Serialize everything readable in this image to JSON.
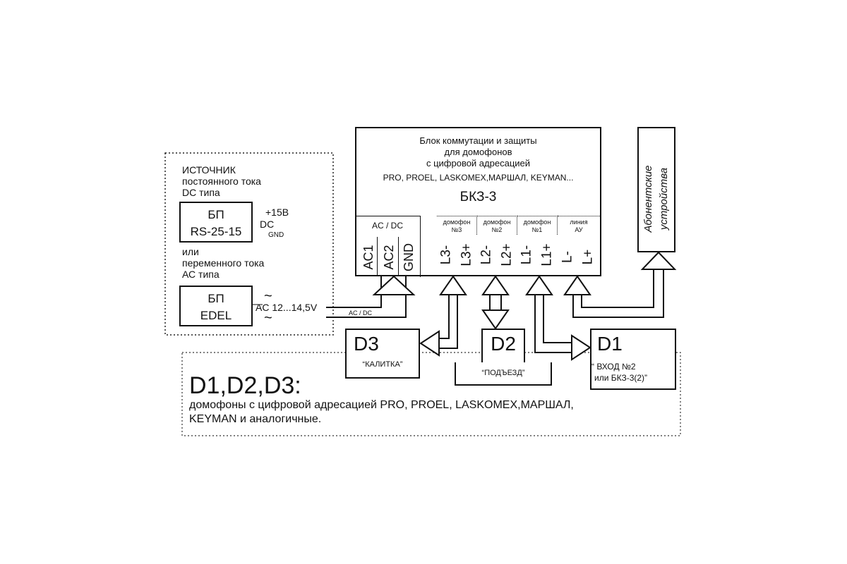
{
  "source": {
    "line1": "ИСТОЧНИК",
    "line2": "постоянного тока",
    "line3": "DC типа",
    "psu_dc": {
      "line1": "БП",
      "line2": "RS-25-15"
    },
    "plus15": "+15В",
    "dc": "DC",
    "gnd": "GND",
    "or": "или",
    "line4": "переменного тока",
    "line5": "АС типа",
    "psu_ac": {
      "line1": "БП",
      "line2": "EDEL"
    },
    "tilde": "~",
    "ac_range": "AC 12...14,5V"
  },
  "bkz": {
    "title1": "Блок коммутации и защиты",
    "title2": "для домофонов",
    "title3": "с цифровой адресацией",
    "brands": "PRO, PROEL, LASKOMEX,МАРШАЛ, KEYMAN...",
    "name": "БКЗ-3",
    "ac_dc_header": "AC / DC",
    "groups": [
      {
        "line1": "домофон",
        "line2": "№3"
      },
      {
        "line1": "домофон",
        "line2": "№2"
      },
      {
        "line1": "домофон",
        "line2": "№1"
      },
      {
        "line1": "линия",
        "line2": "АУ"
      }
    ],
    "terminals": [
      "AC1",
      "AC2",
      "GND",
      "L3-",
      "L3+",
      "L2-",
      "L2+",
      "L1-",
      "L1+",
      "L-",
      "L+"
    ]
  },
  "ac_dc_wire": "AC / DC",
  "subscriber": "Абонентские устройства",
  "d3": {
    "label": "D3",
    "sub": "“КАЛИТКА”"
  },
  "d2": {
    "label": "D2",
    "sub": "“ПОДЪЕЗД”"
  },
  "d1": {
    "label": "D1",
    "sub1": "“  ВХОД №2",
    "sub2": "или БКЗ-3(2)”"
  },
  "legend": {
    "title": "D1,D2,D3:",
    "line1": "домофоны с цифровой адресацией PRO, PROEL, LASKOMEX,МАРШАЛ,",
    "line2": "KEYMAN и  аналогичные."
  }
}
